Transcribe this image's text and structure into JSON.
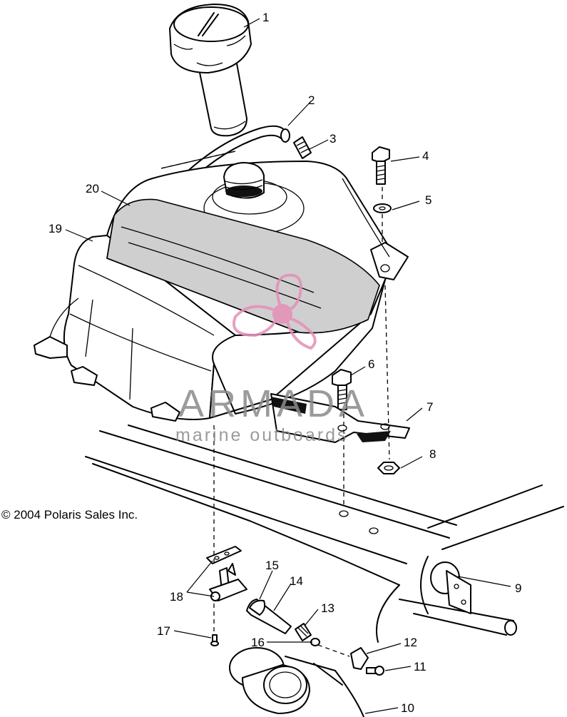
{
  "copyright": "© 2004 Polaris Sales Inc.",
  "watermark": {
    "name": "ARMADA",
    "tagline": "marine outboards",
    "logo_color": "#e58fb8",
    "text_color": "#8a8a8a"
  },
  "callouts": [
    "1",
    "2",
    "3",
    "4",
    "5",
    "6",
    "7",
    "8",
    "9",
    "10",
    "11",
    "12",
    "13",
    "14",
    "15",
    "16",
    "17",
    "18",
    "19",
    "20"
  ]
}
